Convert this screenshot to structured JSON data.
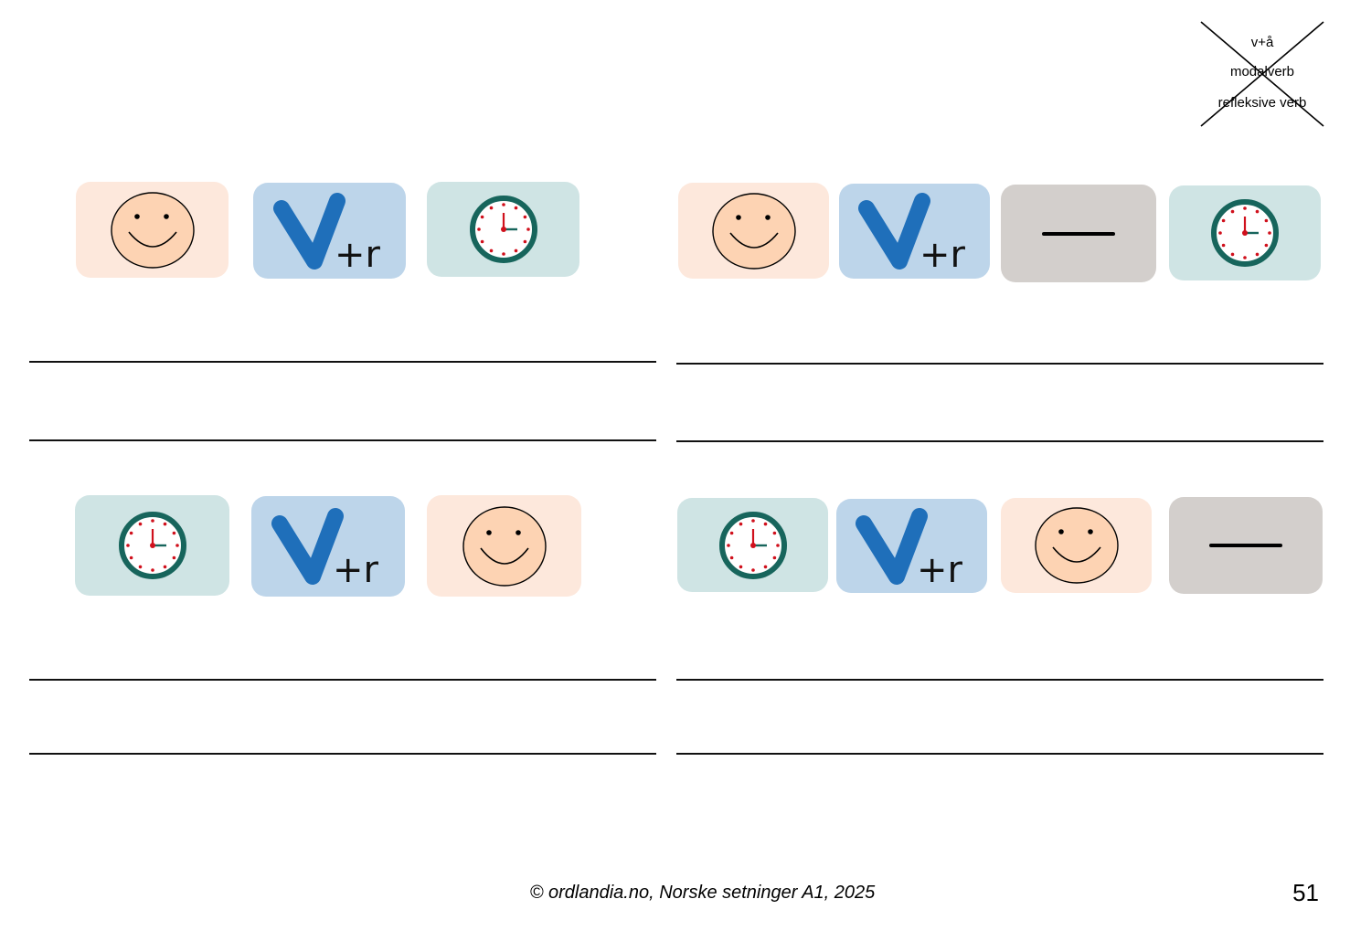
{
  "crossed_box": {
    "items": [
      "v+å",
      "modalverb",
      "refleksive verb"
    ]
  },
  "verb_card": {
    "plus_label": "+r"
  },
  "exercises": [
    {
      "cards": [
        "smile-icon",
        "verb",
        "clock-icon"
      ],
      "writing_lines": 2
    },
    {
      "cards": [
        "smile-icon",
        "verb",
        "negation-icon",
        "clock-icon"
      ],
      "writing_lines": 2
    },
    {
      "cards": [
        "clock-icon",
        "verb",
        "smile-icon"
      ],
      "writing_lines": 2
    },
    {
      "cards": [
        "clock-icon",
        "verb",
        "smile-icon",
        "negation-icon"
      ],
      "writing_lines": 2
    }
  ],
  "colors": {
    "smile_card": "#fde8dc",
    "verb_card": "#bdd5ea",
    "clock_card": "#cfe4e4",
    "negation_card": "#d3cfcc",
    "verb_blue": "#1f6fba",
    "clock_ring": "#17655c",
    "clock_hand": "#d0101c"
  },
  "footer": {
    "copyright": "© ordlandia.no, Norske setninger A1, 2025",
    "page_number": "51"
  }
}
